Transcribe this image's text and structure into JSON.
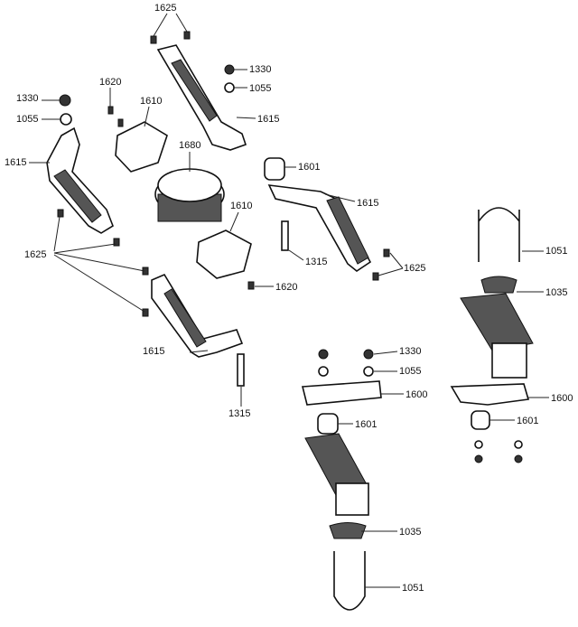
{
  "labels": {
    "l1625_top": "1625",
    "l1330_top": "1330",
    "l1055_top": "1055",
    "l1615_top": "1615",
    "l1620_left": "1620",
    "l1610_left": "1610",
    "l1330_left": "1330",
    "l1055_left": "1055",
    "l1615_left": "1615",
    "l1680": "1680",
    "l1601_top": "1601",
    "l1615_right": "1615",
    "l1610_right": "1610",
    "l1051_right": "1051",
    "l1625_left": "1625",
    "l1315_right": "1315",
    "l1625_right": "1625",
    "l1620_right": "1620",
    "l1035_right": "1035",
    "l1615_bottom": "1615",
    "l1330_mid": "1330",
    "l1055_mid": "1055",
    "l1600_mid": "1600",
    "l1600_right": "1600",
    "l1315_bottom": "1315",
    "l1601_mid": "1601",
    "l1601_right": "1601",
    "l1035_bottom": "1035",
    "l1051_bottom": "1051"
  }
}
